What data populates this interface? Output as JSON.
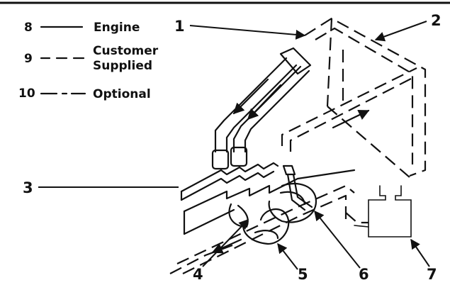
{
  "legend": [
    {
      "number": "8",
      "label": "Engine"
    },
    {
      "number": "9",
      "label_line1": "Customer",
      "label_line2": "Supplied"
    },
    {
      "number": "10",
      "label": "Optional"
    }
  ],
  "callouts": {
    "c1": "1",
    "c2": "2",
    "c3": "3",
    "c4": "4",
    "c5": "5",
    "c6": "6",
    "c7": "7"
  }
}
